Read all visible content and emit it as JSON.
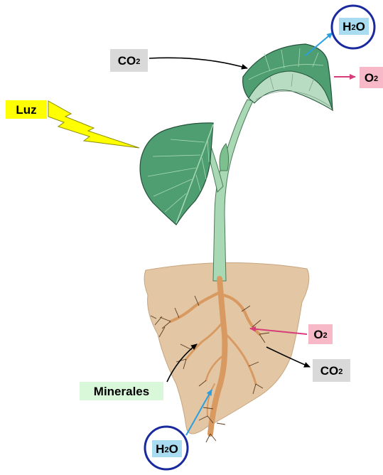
{
  "labels": {
    "luz": "Luz",
    "co2_top": "CO",
    "co2_top_sub": "2",
    "h2o_top": "H",
    "h2o_top_sub": "2",
    "h2o_top_tail": "O",
    "o2_top": "O",
    "o2_top_sub": "2",
    "o2_root": "O",
    "o2_root_sub": "2",
    "co2_root": "CO",
    "co2_root_sub": "2",
    "minerales": "Minerales",
    "h2o_bottom": "H",
    "h2o_bottom_sub": "2",
    "h2o_bottom_tail": "O"
  },
  "colors": {
    "luz_box": "#ffff00",
    "co2_box": "#d9d9d9",
    "o2_box": "#f7b9c8",
    "h2o_box": "#a9dcf0",
    "h2o_ring": "#1a2a9e",
    "minerales_box": "#d9f7d9",
    "leaf": "#4e9e72",
    "stem": "#a9d9b4",
    "soil": "#e3c6a3",
    "root": "#d99a62",
    "water_arrow": "#2b9fe0",
    "oxygen_arrow": "#d63d7a",
    "lightning": "#ffff00"
  }
}
